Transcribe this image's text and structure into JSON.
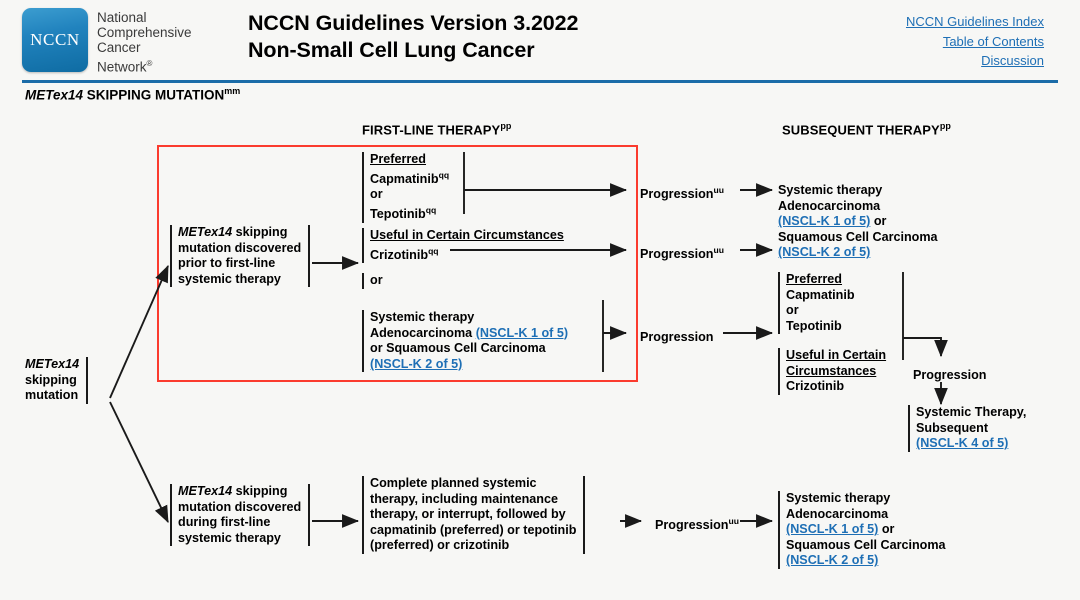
{
  "header": {
    "logo_name": "NCCN",
    "org_lines": [
      "National",
      "Comprehensive",
      "Cancer",
      "Network"
    ],
    "org_reg": "®",
    "title_line1": "NCCN Guidelines Version 3.2022",
    "title_line2": "Non-Small Cell Lung Cancer",
    "links": [
      {
        "label": "NCCN Guidelines Index"
      },
      {
        "label": "Table of Contents"
      },
      {
        "label": "Discussion"
      }
    ],
    "rule_color": "#1b6ca8"
  },
  "section": {
    "gene": "METex14",
    "rest": " SKIPPING MUTATION",
    "footnote": "mm"
  },
  "columns": {
    "first_line": "FIRST-LINE THERAPY",
    "first_line_fn": "pp",
    "subsequent": "SUBSEQUENT THERAPY",
    "subsequent_fn": "pp"
  },
  "emphasis_box": {
    "color": "#fb3b2e"
  },
  "nodes": {
    "root": {
      "gene": "METex14",
      "line2": "skipping",
      "line3": "mutation"
    },
    "branch_prior": {
      "gene": "METex14",
      "rest": " skipping",
      "line2": "mutation discovered",
      "line3": "prior to first-line",
      "line4": "systemic therapy"
    },
    "branch_during": {
      "gene": "METex14",
      "rest": " skipping",
      "line2": "mutation discovered",
      "line3": "during first-line",
      "line4": "systemic therapy"
    },
    "first_line_options": {
      "preferred_header": "Preferred",
      "preferred_drug1": "Capmatinib",
      "preferred_drug1_fn": "qq",
      "or1": "or",
      "preferred_drug2": "Tepotinib",
      "preferred_drug2_fn": "qq",
      "useful_header": "Useful in Certain Circumstances",
      "useful_drug": "Crizotinib",
      "useful_drug_fn": "qq",
      "or2": "or",
      "systemic_header": "Systemic therapy",
      "adeno_label": "Adenocarcinoma ",
      "adeno_link": "(NSCL-K 1 of 5)",
      "squam_label": "or Squamous Cell Carcinoma",
      "squam_link": "(NSCL-K 2 of 5)"
    },
    "progression_1": {
      "label": "Progression",
      "fn": "uu"
    },
    "progression_2": {
      "label": "Progression",
      "fn": "uu"
    },
    "progression_3": {
      "label": "Progression",
      "fn": ""
    },
    "progression_4": {
      "label": "Progression",
      "fn": ""
    },
    "progression_5": {
      "label": "Progression",
      "fn": "uu"
    },
    "subsequent_top": {
      "line1": "Systemic therapy",
      "line2": "Adenocarcinoma",
      "link1": "(NSCL-K 1 of 5)",
      "or": " or",
      "line4": "Squamous Cell Carcinoma",
      "link2": "(NSCL-K 2 of 5)"
    },
    "subsequent_mid": {
      "preferred_header": "Preferred",
      "drug1": "Capmatinib",
      "or": "or",
      "drug2": "Tepotinib",
      "useful_header_l1": "Useful in Certain",
      "useful_header_l2": "Circumstances",
      "drug3": "Crizotinib"
    },
    "subsequent_terminal": {
      "line1": "Systemic Therapy,",
      "line2": "Subsequent",
      "link": "(NSCL-K 4 of 5)"
    },
    "during_treatment": {
      "line1": "Complete planned systemic",
      "line2": "therapy, including maintenance",
      "line3": "therapy, or interrupt, followed by",
      "line4": "capmatinib (preferred) or tepotinib",
      "line5": "(preferred) or crizotinib"
    },
    "subsequent_bottom": {
      "line1": "Systemic therapy",
      "line2": "Adenocarcinoma",
      "link1": "(NSCL-K 1 of 5)",
      "or": " or",
      "line4": "Squamous Cell Carcinoma",
      "link2": "(NSCL-K 2 of 5)"
    }
  }
}
